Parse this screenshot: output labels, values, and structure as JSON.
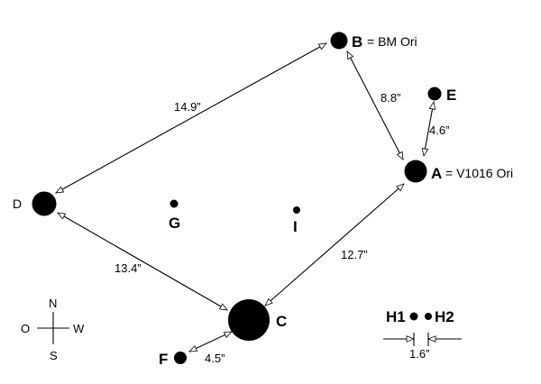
{
  "stars": {
    "A": {
      "label": "A",
      "suffix": "= V1016 Ori"
    },
    "B": {
      "label": "B",
      "suffix": "= BM Ori"
    },
    "C": {
      "label": "C"
    },
    "D": {
      "label": "D"
    },
    "E": {
      "label": "E"
    },
    "F": {
      "label": "F"
    },
    "G": {
      "label": "G"
    },
    "I": {
      "label": "I"
    },
    "H1": {
      "label": "H1"
    },
    "H2": {
      "label": "H2"
    }
  },
  "separations": {
    "DB": "14.9”",
    "BA": "8.8”",
    "AE": "4.6”",
    "AC": "12.7”",
    "DC": "13.4”",
    "CF": "4.5”",
    "H1H2": "1.6”"
  },
  "compass": {
    "north": "N",
    "south": "S",
    "east": "O",
    "west": "W"
  }
}
